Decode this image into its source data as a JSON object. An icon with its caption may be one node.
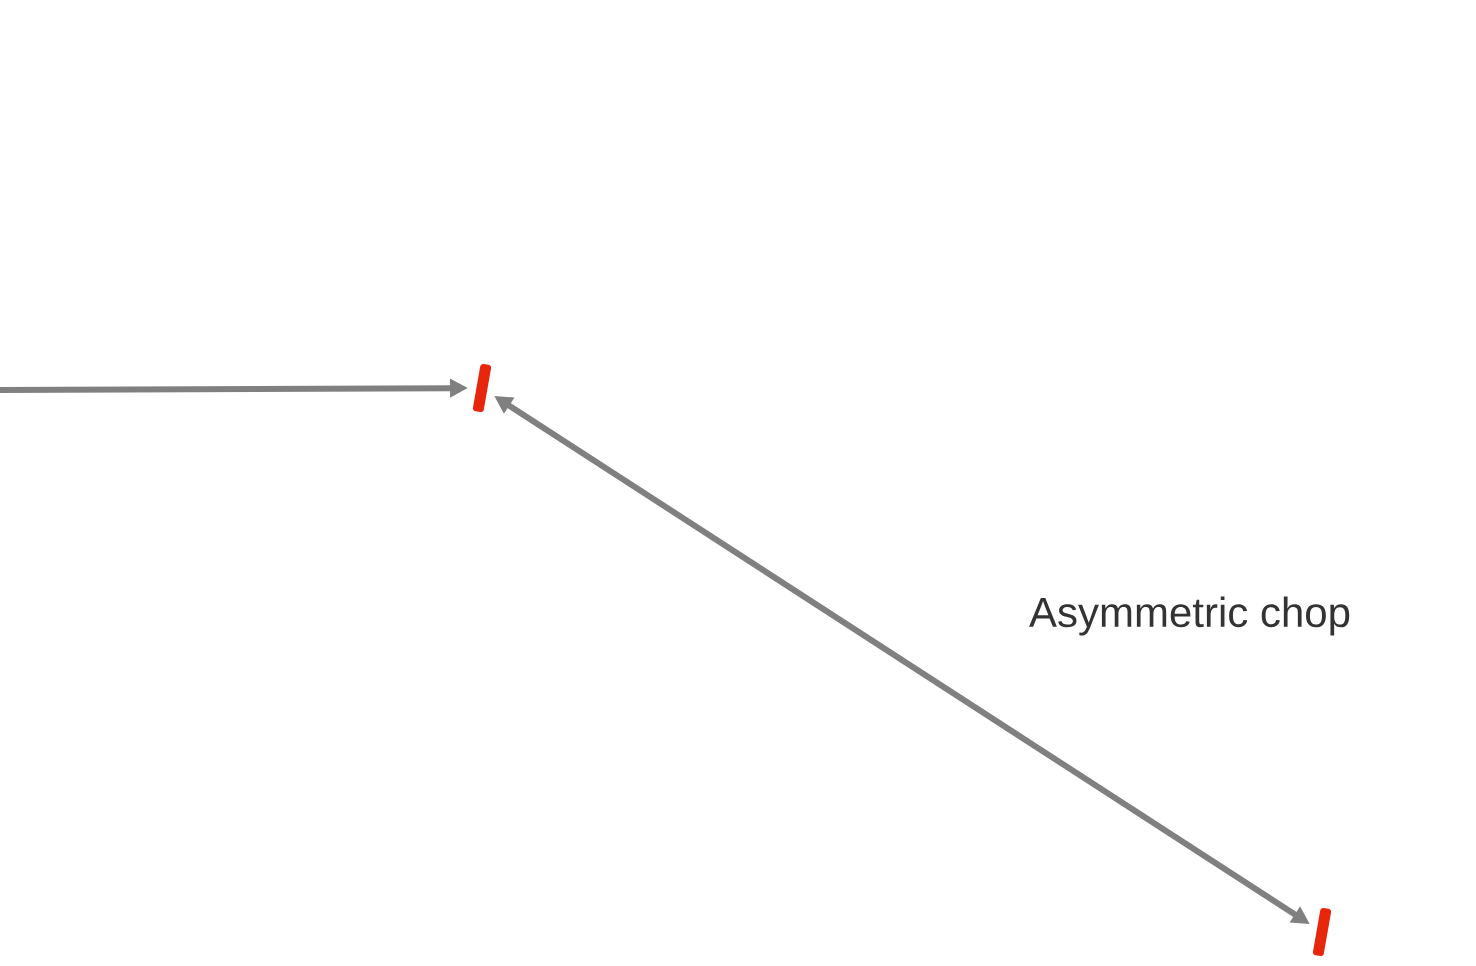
{
  "diagram": {
    "nodes": [
      {
        "text": [],
        "shape": "bar"
      },
      {
        "text": [],
        "shape": "bar"
      }
    ],
    "edges": [
      {
        "from": null,
        "to": 0,
        "arrow": "to"
      },
      {
        "from": 0,
        "to": 1,
        "arrow": "both",
        "label": "Asymmetric chop"
      }
    ]
  }
}
